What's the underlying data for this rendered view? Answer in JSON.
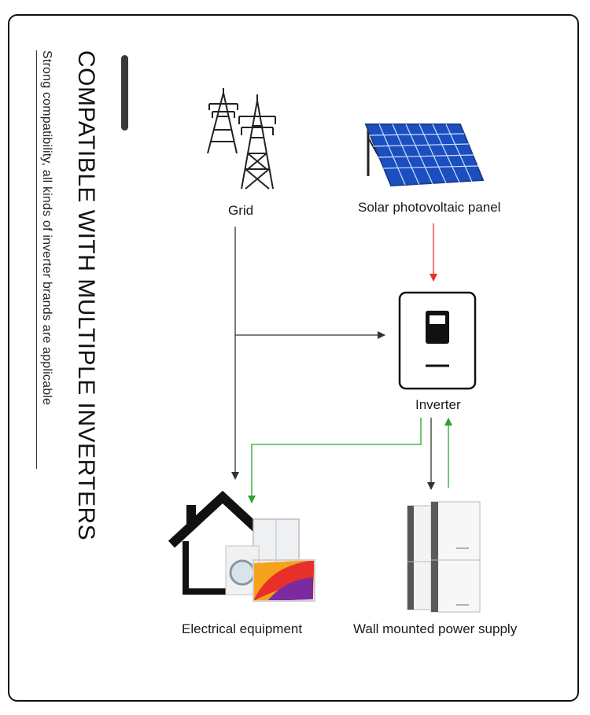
{
  "title": "COMPATIBLE WITH MULTIPLE INVERTERS",
  "subtitle": "Strong compatibility, all kinds of inverter brands are applicable",
  "nodes": {
    "grid": "Grid",
    "solar": "Solar photovoltaic panel",
    "inverter": "Inverter",
    "equipment": "Electrical equipment",
    "battery": "Wall mounted power supply"
  },
  "colors": {
    "line": "#333333",
    "solar_arrow": "#e53222",
    "green_arrow": "#2aa32a",
    "panel_blue": "#1f56c8",
    "frame": "#111111"
  }
}
